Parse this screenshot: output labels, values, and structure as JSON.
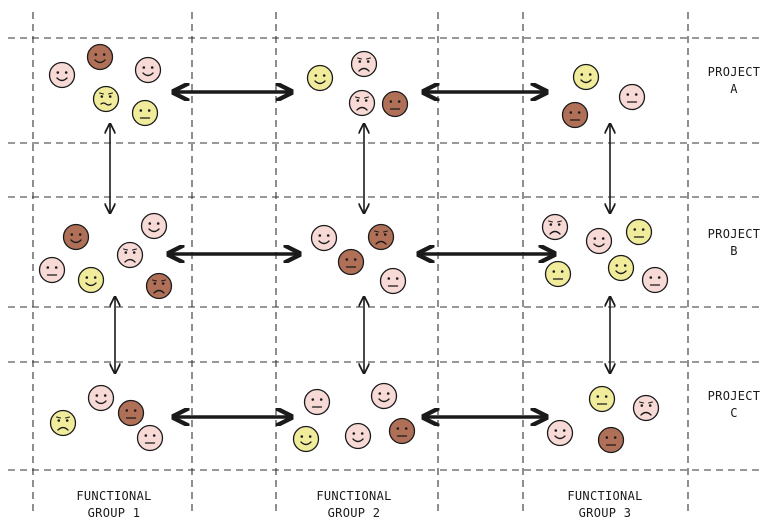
{
  "diagram": {
    "colors": {
      "pink": "#f7d9d6",
      "yellow": "#f1ec9c",
      "brown": "#b07058",
      "ink": "#1a1a1a",
      "grid": "#333333"
    },
    "rows": [
      {
        "label_line1": "PROJECT",
        "label_line2": "A"
      },
      {
        "label_line1": "PROJECT",
        "label_line2": "B"
      },
      {
        "label_line1": "PROJECT",
        "label_line2": "C"
      }
    ],
    "columns": [
      {
        "label_line1": "FUNCTIONAL",
        "label_line2": "GROUP 1"
      },
      {
        "label_line1": "FUNCTIONAL",
        "label_line2": "GROUP 2"
      },
      {
        "label_line1": "FUNCTIONAL",
        "label_line2": "GROUP 3"
      }
    ],
    "clusters": [
      {
        "faces": [
          {
            "color": "pink",
            "mood": "smile"
          },
          {
            "color": "brown",
            "mood": "smile"
          },
          {
            "color": "pink",
            "mood": "smile"
          },
          {
            "color": "yellow",
            "mood": "worried"
          },
          {
            "color": "yellow",
            "mood": "neutral"
          }
        ]
      },
      {
        "faces": [
          {
            "color": "yellow",
            "mood": "smile"
          },
          {
            "color": "pink",
            "mood": "sad"
          },
          {
            "color": "pink",
            "mood": "sad"
          },
          {
            "color": "brown",
            "mood": "neutral"
          }
        ]
      },
      {
        "faces": [
          {
            "color": "yellow",
            "mood": "smile"
          },
          {
            "color": "pink",
            "mood": "neutral"
          },
          {
            "color": "brown",
            "mood": "neutral"
          }
        ]
      },
      {
        "faces": [
          {
            "color": "brown",
            "mood": "smile"
          },
          {
            "color": "pink",
            "mood": "smile"
          },
          {
            "color": "pink",
            "mood": "sad"
          },
          {
            "color": "pink",
            "mood": "neutral"
          },
          {
            "color": "yellow",
            "mood": "smile"
          },
          {
            "color": "brown",
            "mood": "sad"
          }
        ]
      },
      {
        "faces": [
          {
            "color": "pink",
            "mood": "smile"
          },
          {
            "color": "brown",
            "mood": "sad"
          },
          {
            "color": "brown",
            "mood": "neutral"
          },
          {
            "color": "pink",
            "mood": "neutral"
          }
        ]
      },
      {
        "faces": [
          {
            "color": "pink",
            "mood": "sad"
          },
          {
            "color": "pink",
            "mood": "smile"
          },
          {
            "color": "yellow",
            "mood": "neutral"
          },
          {
            "color": "yellow",
            "mood": "smile"
          },
          {
            "color": "yellow",
            "mood": "neutral"
          },
          {
            "color": "pink",
            "mood": "neutral"
          }
        ]
      },
      {
        "faces": [
          {
            "color": "yellow",
            "mood": "sad"
          },
          {
            "color": "pink",
            "mood": "smile"
          },
          {
            "color": "brown",
            "mood": "neutral"
          },
          {
            "color": "pink",
            "mood": "neutral"
          }
        ]
      },
      {
        "faces": [
          {
            "color": "pink",
            "mood": "neutral"
          },
          {
            "color": "pink",
            "mood": "smile"
          },
          {
            "color": "yellow",
            "mood": "smile"
          },
          {
            "color": "pink",
            "mood": "smile"
          },
          {
            "color": "brown",
            "mood": "neutral"
          }
        ]
      },
      {
        "faces": [
          {
            "color": "yellow",
            "mood": "neutral"
          },
          {
            "color": "pink",
            "mood": "sad"
          },
          {
            "color": "pink",
            "mood": "smile"
          },
          {
            "color": "brown",
            "mood": "neutral"
          }
        ]
      }
    ],
    "connections": [
      {
        "direction": "horizontal",
        "from": 0,
        "to": 1
      },
      {
        "direction": "horizontal",
        "from": 1,
        "to": 2
      },
      {
        "direction": "horizontal",
        "from": 3,
        "to": 4
      },
      {
        "direction": "horizontal",
        "from": 4,
        "to": 5
      },
      {
        "direction": "horizontal",
        "from": 6,
        "to": 7
      },
      {
        "direction": "horizontal",
        "from": 7,
        "to": 8
      },
      {
        "direction": "vertical",
        "from": 0,
        "to": 3
      },
      {
        "direction": "vertical",
        "from": 1,
        "to": 4
      },
      {
        "direction": "vertical",
        "from": 2,
        "to": 5
      },
      {
        "direction": "vertical",
        "from": 3,
        "to": 6
      },
      {
        "direction": "vertical",
        "from": 4,
        "to": 7
      },
      {
        "direction": "vertical",
        "from": 5,
        "to": 8
      }
    ]
  }
}
